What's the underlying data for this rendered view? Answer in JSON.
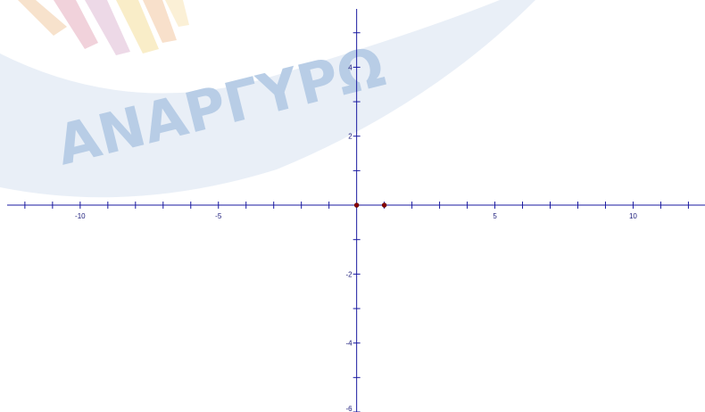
{
  "watermark": {
    "text": "ΑΝΑΡΓΥΡΩ",
    "color": "#7fa6d3",
    "ring_color": "#1f5fae",
    "logo": "colored-pencils-logo"
  },
  "chart_data": {
    "type": "scatter",
    "title": "",
    "xlabel": "",
    "ylabel": "",
    "xlim": [
      -12.9,
      12.6
    ],
    "ylim": [
      -6.0,
      5.95
    ],
    "grid": false,
    "axis_color": "#1a1aa0",
    "point_color": "#8b0000",
    "x_tick_labels": [
      "-10",
      "-5",
      "5",
      "10"
    ],
    "y_tick_labels": [
      "4",
      "2",
      "-2",
      "-4",
      "-6"
    ],
    "points": [
      {
        "x": 0,
        "y": 0
      },
      {
        "x": 1,
        "y": 0
      }
    ]
  }
}
